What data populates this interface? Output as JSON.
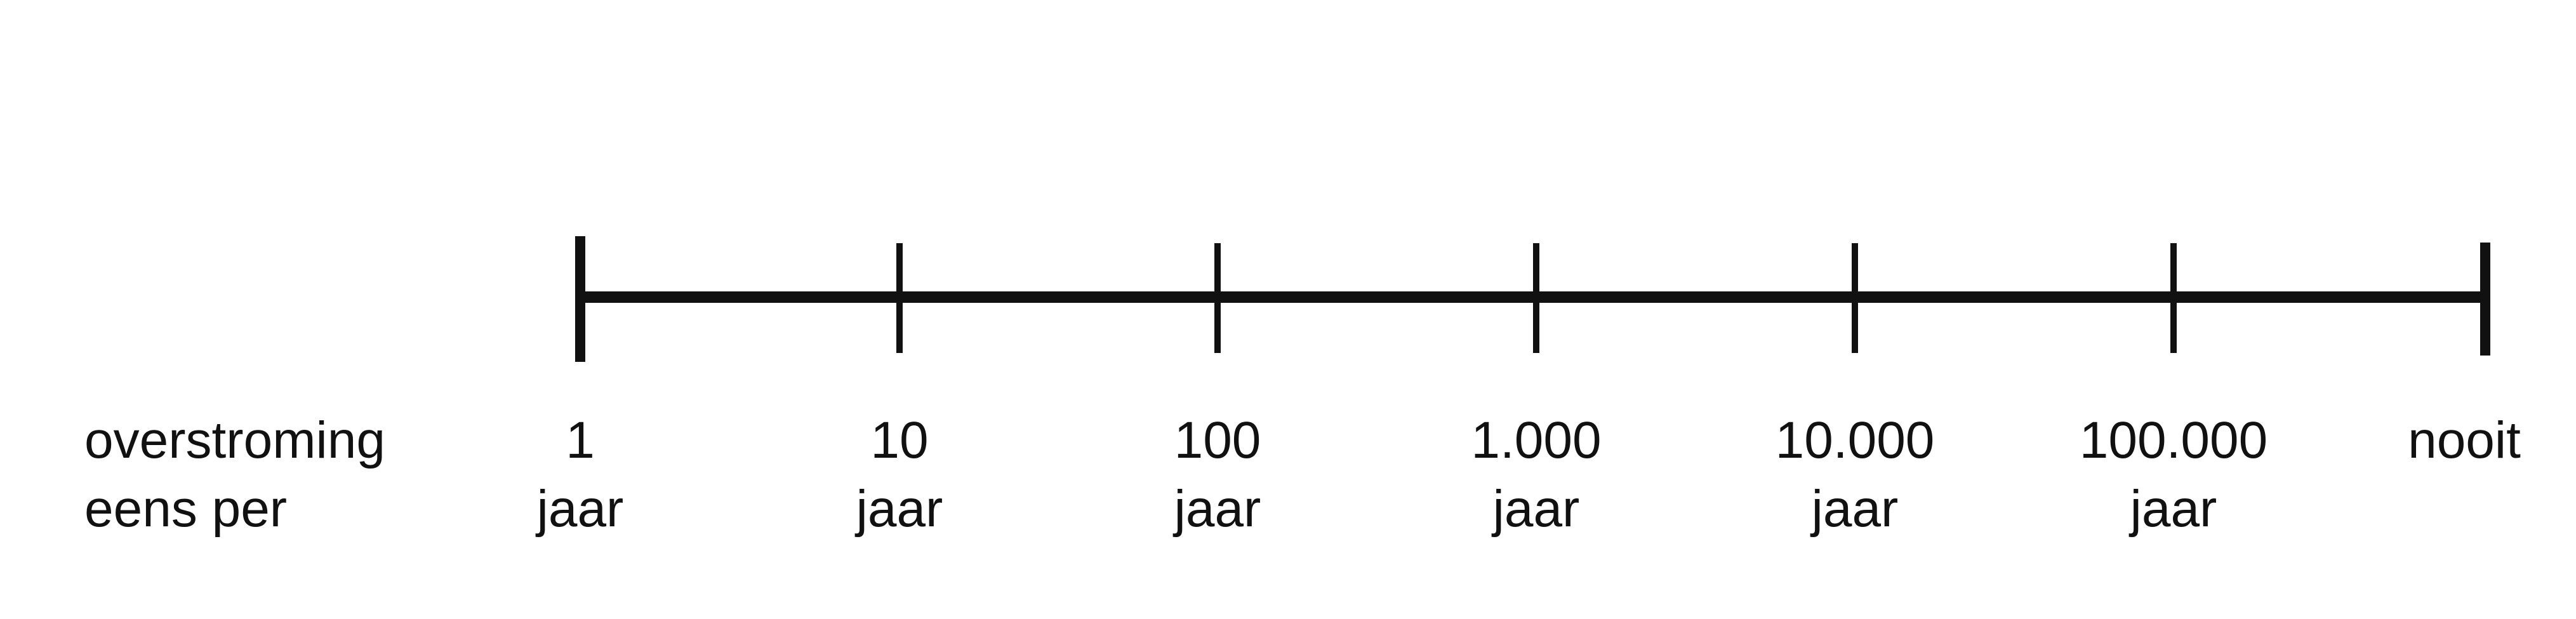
{
  "row_label": {
    "line1": "overstroming",
    "line2": "eens per"
  },
  "scale": {
    "ticks": [
      {
        "value": "1",
        "unit": "jaar"
      },
      {
        "value": "10",
        "unit": "jaar"
      },
      {
        "value": "100",
        "unit": "jaar"
      },
      {
        "value": "1.000",
        "unit": "jaar"
      },
      {
        "value": "10.000",
        "unit": "jaar"
      },
      {
        "value": "100.000",
        "unit": "jaar"
      },
      {
        "value": "nooit",
        "unit": ""
      }
    ]
  },
  "colors": {
    "line": "#111111",
    "text": "#111111",
    "background": "#ffffff"
  }
}
